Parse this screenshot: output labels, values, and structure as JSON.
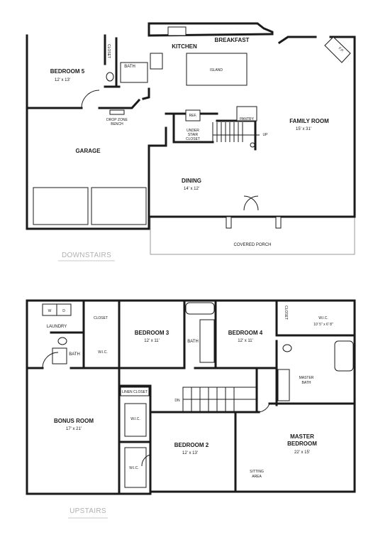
{
  "downstairs": {
    "floor_label": "DOWNSTAIRS",
    "rooms": {
      "bedroom5": {
        "name": "BEDROOM 5",
        "size": "12' x 13'"
      },
      "closet": "CLOSET",
      "bath": "BATH",
      "kitchen": "KITCHEN",
      "breakfast": "BREAKFAST",
      "island": "ISLAND",
      "fp": "F.P.",
      "family_room": {
        "name": "FAMILY ROOM",
        "size": "15' x 31'"
      },
      "garage": "GARAGE",
      "drop_zone": "DROP ZONE\nBENCH",
      "ref": "REF.",
      "pantry": "PANTRY",
      "under_stair": "UNDER\nSTAIR\nCLOSET",
      "up": "UP",
      "dining": {
        "name": "DINING",
        "size": "14' x 12'"
      },
      "covered_porch": "COVERED PORCH"
    }
  },
  "upstairs": {
    "floor_label": "UPSTAIRS",
    "rooms": {
      "washer": "W",
      "dryer": "D",
      "laundry": "LAUNDRY",
      "closet": "CLOSET",
      "bath1": "BATH",
      "wic1": "W.I.C.",
      "bedroom3": {
        "name": "BEDROOM 3",
        "size": "12' x 11'"
      },
      "bath2": "BATH",
      "bedroom4": {
        "name": "BEDROOM 4",
        "size": "12' x 11'"
      },
      "closet2": "CLOSET",
      "wic_master": {
        "name": "W.I.C.",
        "size": "10' 5\" x 6' 8\""
      },
      "master_bath": "MASTER\nBATH",
      "linen_closet": "LINEN CLOSET",
      "dn": "DN",
      "bonus_room": {
        "name": "BONUS ROOM",
        "size": "17' x 21'"
      },
      "wic2": "W.I.C.",
      "wic3": "W.I.C.",
      "bedroom2": {
        "name": "BEDROOM 2",
        "size": "12' x 13'"
      },
      "master_bedroom": {
        "name": "MASTER\nBEDROOM",
        "size": "22' x 15'"
      },
      "sitting_area": "SITTING\nAREA"
    }
  }
}
